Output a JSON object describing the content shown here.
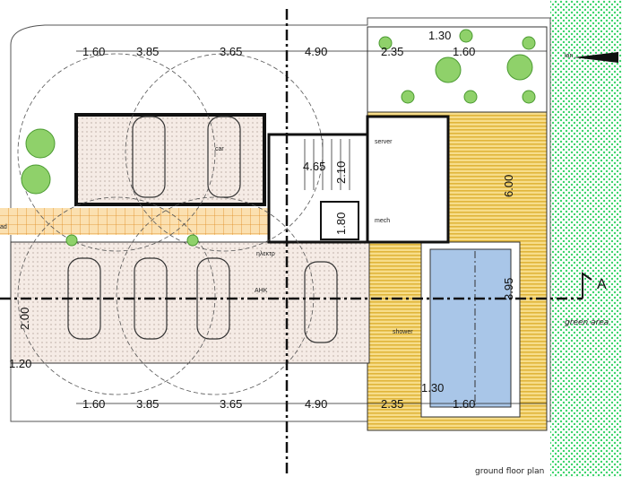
{
  "plan": {
    "title": "ground floor plan",
    "section_marker": "A",
    "green_area_label": "green area",
    "north_label": "lan",
    "left_label": "ad",
    "rooms": {
      "server": "server",
      "mech": "mech",
      "shower": "shower",
      "car": "car",
      "electric": "ηλεκτρ",
      "lift": "AHK"
    },
    "dims_top": [
      "1.60",
      "3.85",
      "3.65",
      "4.90",
      "2.35",
      "1.30",
      "1.60"
    ],
    "dims_bottom": [
      "1.60",
      "3.85",
      "3.65",
      "4.90",
      "2.35",
      "1.30",
      "1.60"
    ],
    "dims_other": {
      "stair_w": "4.65",
      "stair_d": "2.10",
      "lift": "1.80",
      "deck": "6.00",
      "pool": "3.95",
      "left_a": "2.00",
      "left_b": "1.20"
    },
    "colors": {
      "deck": "#f2c94c",
      "pool": "#a9c6e8",
      "green": "#22cc55",
      "paving": "#f2e4dc",
      "wall": "#111111"
    }
  }
}
